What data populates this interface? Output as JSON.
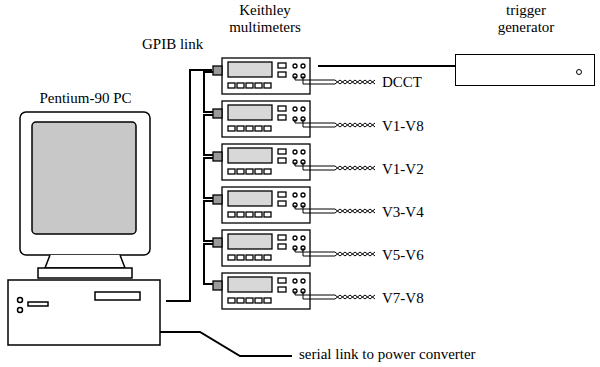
{
  "diagram": {
    "nodes": [
      {
        "text": [
          "Pentium-90 PC"
        ]
      },
      {
        "text": [
          "Keithley multimeters"
        ]
      },
      {
        "text": [
          "trigger generator"
        ]
      }
    ],
    "edges": [
      {
        "from": 0,
        "to": 1,
        "label": "GPIB link",
        "arrow": "none"
      },
      {
        "from": 2,
        "to": 1,
        "arrow": "none"
      }
    ],
    "labels": [
      "DCCT",
      "V1-V8",
      "V1-V2",
      "V3-V4",
      "V5-V6",
      "V7-V8",
      "serial link to power converter"
    ]
  }
}
